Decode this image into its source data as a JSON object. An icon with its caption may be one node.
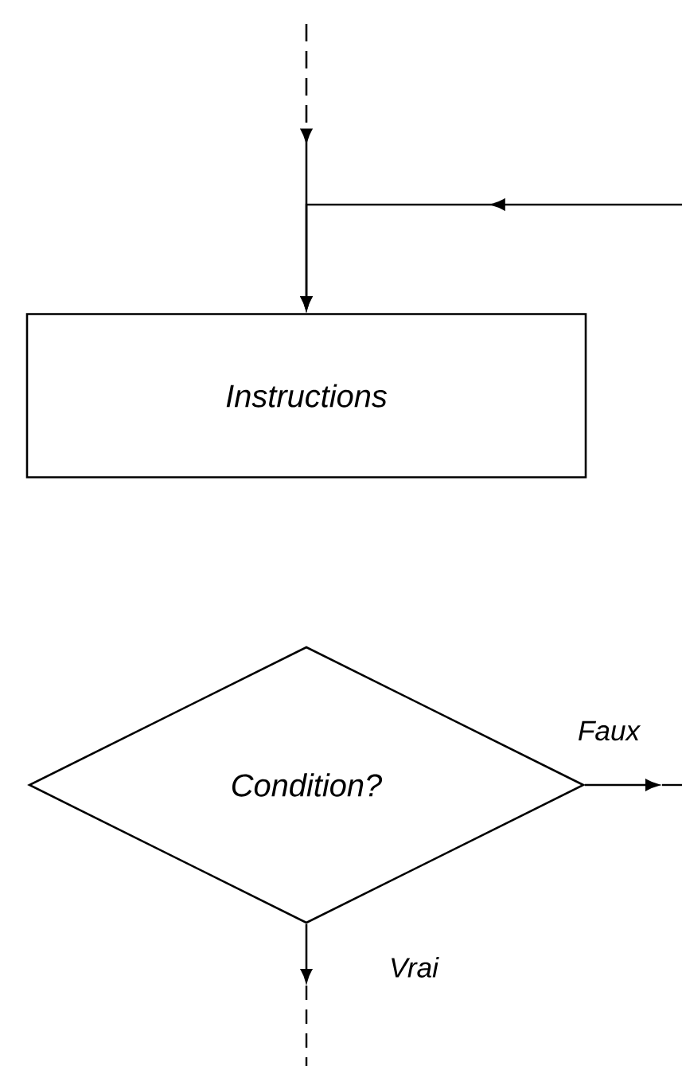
{
  "diagram": {
    "nodes": [
      {
        "text": [
          "Instructions"
        ]
      },
      {
        "text": [
          "Condition?"
        ]
      }
    ],
    "edges": [
      {
        "from": null,
        "to": 0,
        "arrow": "to",
        "style": "dashed"
      },
      {
        "from": null,
        "to": 0,
        "arrow": "to"
      },
      {
        "from": 1,
        "to": null,
        "label": "Faux",
        "arrow": "to"
      },
      {
        "from": 1,
        "to": null,
        "label": "Vrai",
        "arrow": "to"
      }
    ]
  }
}
